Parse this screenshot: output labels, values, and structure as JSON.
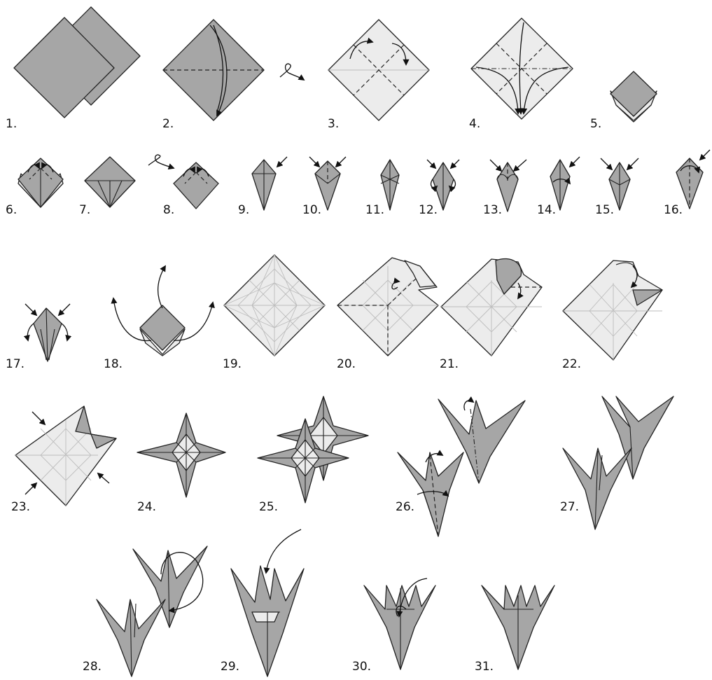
{
  "steps": [
    {
      "label": "1."
    },
    {
      "label": "2."
    },
    {
      "label": "3."
    },
    {
      "label": "4."
    },
    {
      "label": "5."
    },
    {
      "label": "6."
    },
    {
      "label": "7."
    },
    {
      "label": "8."
    },
    {
      "label": "9."
    },
    {
      "label": "10."
    },
    {
      "label": "11."
    },
    {
      "label": "12."
    },
    {
      "label": "13."
    },
    {
      "label": "14."
    },
    {
      "label": "15."
    },
    {
      "label": "16."
    },
    {
      "label": "17."
    },
    {
      "label": "18."
    },
    {
      "label": "19."
    },
    {
      "label": "20."
    },
    {
      "label": "21."
    },
    {
      "label": "22."
    },
    {
      "label": "23."
    },
    {
      "label": "24."
    },
    {
      "label": "25."
    },
    {
      "label": "26."
    },
    {
      "label": "27."
    },
    {
      "label": "28."
    },
    {
      "label": "29."
    },
    {
      "label": "30."
    },
    {
      "label": "31."
    }
  ],
  "colors": {
    "paper_colored": "#a6a6a6",
    "paper_white": "#ececec",
    "outline": "#222222",
    "crease": "#bdbdbd"
  }
}
